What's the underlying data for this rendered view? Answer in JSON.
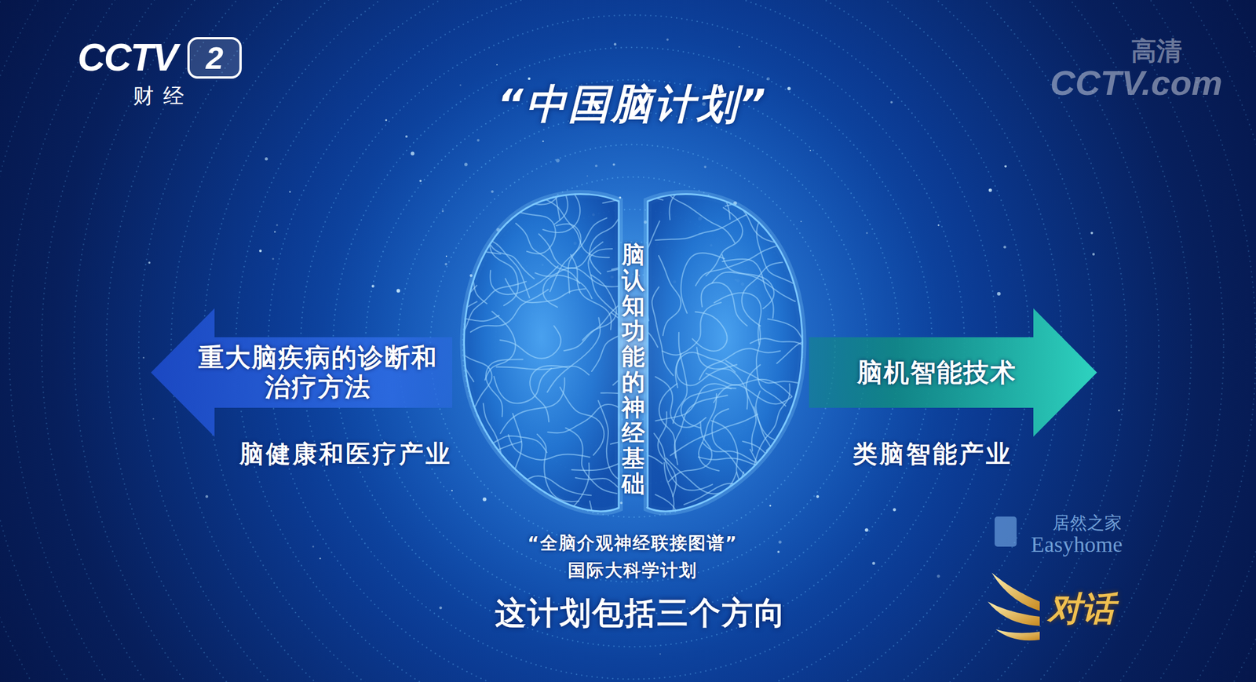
{
  "diagram": {
    "title": "“中国脑计划”",
    "caption": "这计划包括三个方向",
    "nodes": [
      {
        "text": [
          "重大脑疾病的诊断和 治疗方法",
          "脑健康和医疗产业"
        ]
      },
      {
        "text": [
          "脑认知功能的神经基础"
        ]
      },
      {
        "text": [
          "脑机智能技术",
          "类脑智能产业"
        ]
      }
    ],
    "labels": [
      "CCTV",
      "2",
      "财经",
      "高清",
      "CCTV.com",
      "“全脑介观神经联接图谱”",
      "国际大科学计划",
      "居然之家",
      "Easyhome",
      "对话"
    ]
  }
}
